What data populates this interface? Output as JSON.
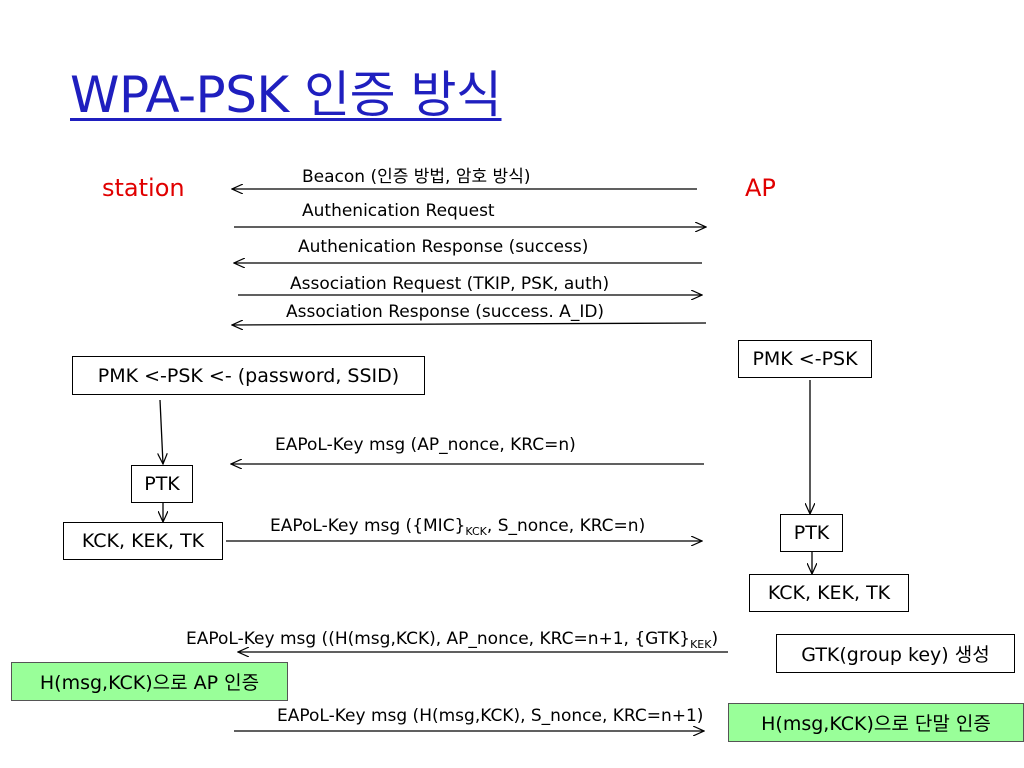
{
  "title": "WPA-PSK 인증 방식",
  "actors": {
    "station": "station",
    "ap": "AP"
  },
  "colors": {
    "title": "#1f1fbf",
    "actor": "#e00000",
    "highlight_box": "#99ff99"
  },
  "messages": {
    "m1": "Beacon (인증 방법, 암호 방식)",
    "m2": "Authenication Request",
    "m3": "Authenication Response (success)",
    "m4": "Association Request (TKIP, PSK, auth)",
    "m5": "Association Response (success. A_ID)",
    "m6": "EAPoL-Key msg (AP_nonce, KRC=n)",
    "m7_pre": "EAPoL-Key msg ({MIC}",
    "m7_sub": "KCK",
    "m7_post": ", S_nonce, KRC=n)",
    "m8_pre": "EAPoL-Key msg ((H(msg,KCK), AP_nonce, KRC=n+1, {GTK}",
    "m8_sub": "KEK",
    "m8_post": ")",
    "m9": "EAPoL-Key msg (H(msg,KCK), S_nonce, KRC=n+1)"
  },
  "boxes": {
    "station_pmk": "PMK <-PSK <- (password, SSID)",
    "station_ptk": "PTK",
    "station_keys": "KCK, KEK, TK",
    "station_auth": "H(msg,KCK)으로 AP 인증",
    "ap_pmk": "PMK <-PSK",
    "ap_ptk": "PTK",
    "ap_keys": "KCK, KEK, TK",
    "ap_gtk": "GTK(group key) 생성",
    "ap_auth": "H(msg,KCK)으로 단말 인증"
  }
}
